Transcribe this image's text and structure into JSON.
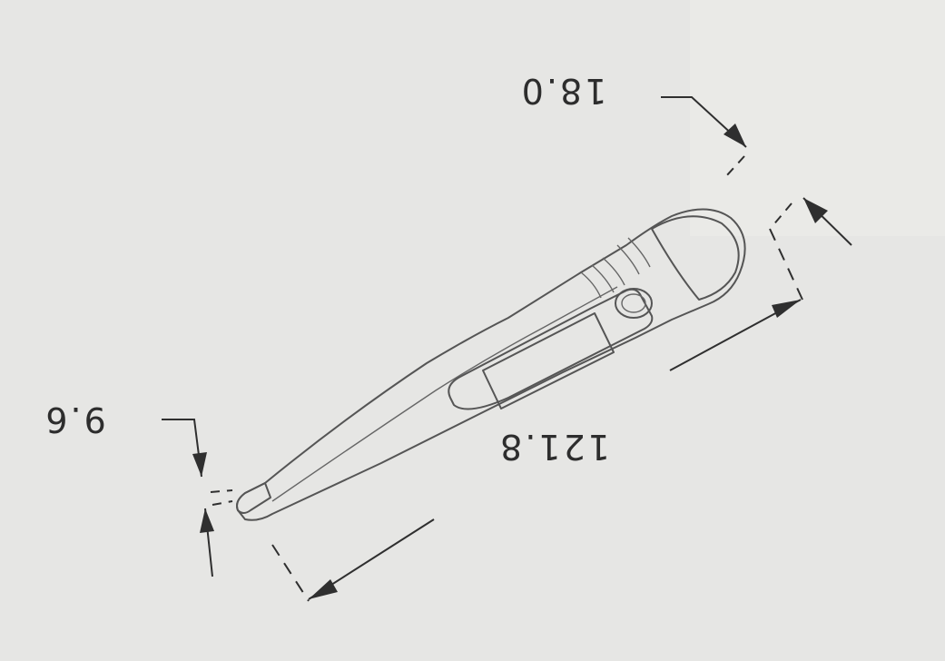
{
  "labels": {
    "head_width": "18.0",
    "tip_width": "9.6",
    "length": "121.8"
  },
  "colors": {
    "background": "#e6e6e4",
    "line": "#555555",
    "text": "#2d2d2d"
  }
}
